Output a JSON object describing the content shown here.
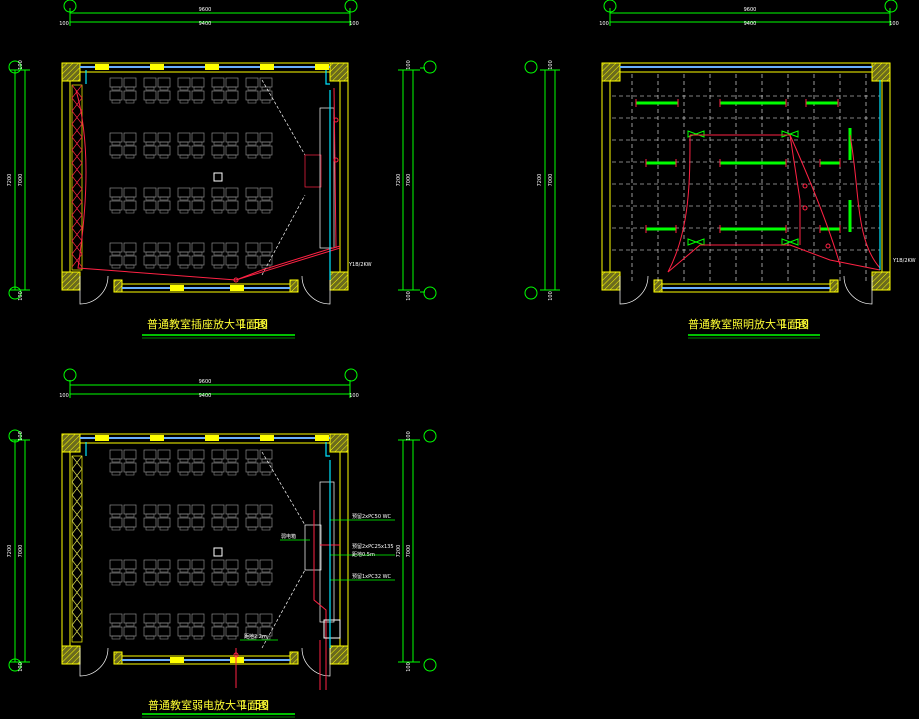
{
  "plans": {
    "socket": {
      "caption": "普通教室插座放大平面图",
      "scale": "1:50",
      "dims": {
        "top_total": "9600",
        "top_inner": "9400",
        "top_left": "100",
        "top_right": "100",
        "left_total": "7200",
        "left_inner": "7000",
        "left_top": "100",
        "left_bottom": "100",
        "right_total": "7200",
        "right_inner": "7000",
        "right_top": "100",
        "right_bottom": "100"
      },
      "panel_label": "Y1B/2KW"
    },
    "lighting": {
      "caption": "普通教室照明放大平面图",
      "scale": "1:50",
      "dims": {
        "top_total": "9600",
        "top_inner": "9400",
        "top_left": "100",
        "top_right": "100",
        "left_total": "7200",
        "left_inner": "7000",
        "left_top": "100",
        "left_bottom": "100"
      },
      "panel_label": "Y1B/2KW"
    },
    "weak": {
      "caption": "普通教室弱电放大平面图",
      "scale": "1:50",
      "dims": {
        "top_total": "9600",
        "top_inner": "9400",
        "top_left": "100",
        "top_right": "100",
        "left_total": "7200",
        "left_inner": "7000",
        "left_top": "100",
        "left_bottom": "100",
        "right_total": "7200",
        "right_inner": "7000",
        "right_top": "100",
        "right_bottom": "100"
      },
      "notes": [
        "预留2xPC50 WC",
        "弱电箱",
        "预留2xPC25x135",
        "距地0.5m",
        "预留1xPC32 WC",
        "距地2.2m"
      ]
    }
  },
  "colors": {
    "background": "#000000",
    "wall_fill": "#8b8b2a",
    "wall_stroke": "#ffff00",
    "window": "#6ab0ff",
    "desk": "#8a8a8a",
    "dim_line": "#00ff00",
    "wire_red": "#ff2244",
    "fixture_green": "#00ff00",
    "grid": "#ffffff",
    "cyan": "#00e5ff",
    "caption": "#ffff33"
  }
}
